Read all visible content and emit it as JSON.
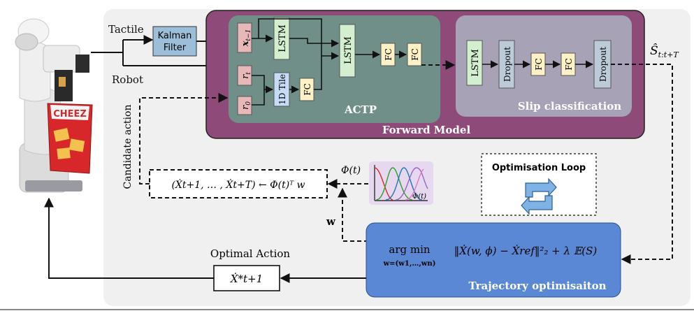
{
  "labels": {
    "tactile": "Tactile",
    "robot": "Robot",
    "kalman_line1": "Kalman",
    "kalman_line2": "Filter",
    "actp": "ACTP",
    "slip_classification": "Slip classification",
    "forward_model": "Forward Model",
    "candidate_action": "Candidate action",
    "optimal_action": "Optimal Action",
    "optimisation_loop": "Optimisation Loop",
    "trajectory_optimisation": "Trajectory optimisaiton",
    "w": "w",
    "phi_t": "Φ(t)",
    "phi_t_small": "Φ(t)",
    "s_hat_main": "Ŝ",
    "s_hat_sub": "t:t+T",
    "x_t_1_main": "x",
    "x_t_1_sub": "t−1",
    "r_t_main": "r",
    "r_t_sub": "t",
    "r_0_main": "r",
    "r_0_sub": "0"
  },
  "layers": {
    "lstm": "LSTM",
    "fc": "FC",
    "dropout": "Dropout",
    "tile": "1D Tile"
  },
  "formulas": {
    "candidate": "(Ẋt+1, … , Ẋt+T) ← Φ(t)ᵀ w",
    "argmin": "arg min",
    "argmin_sub": "w=(w1,…,wn)",
    "objective": "‖Ẋ(w, ϕ) − Ẋref‖²₂ + λ 𝔼(S)",
    "optimal_action": "Ẋ*t+1"
  },
  "colors": {
    "background_panel": "#f0f0f0",
    "forward_model": "#8e4a78",
    "actp": "#6f8f88",
    "slip": "#a7a2b5",
    "kalman": "#9cbed8",
    "lstm": "#d3efcf",
    "fc": "#fff1c6",
    "dropout": "#bccbd8",
    "input_pink": "#e7b8b8",
    "tile": "#c6dbf5",
    "traj_opt": "#5b88d4",
    "phi_box": "#e6d8ef"
  }
}
